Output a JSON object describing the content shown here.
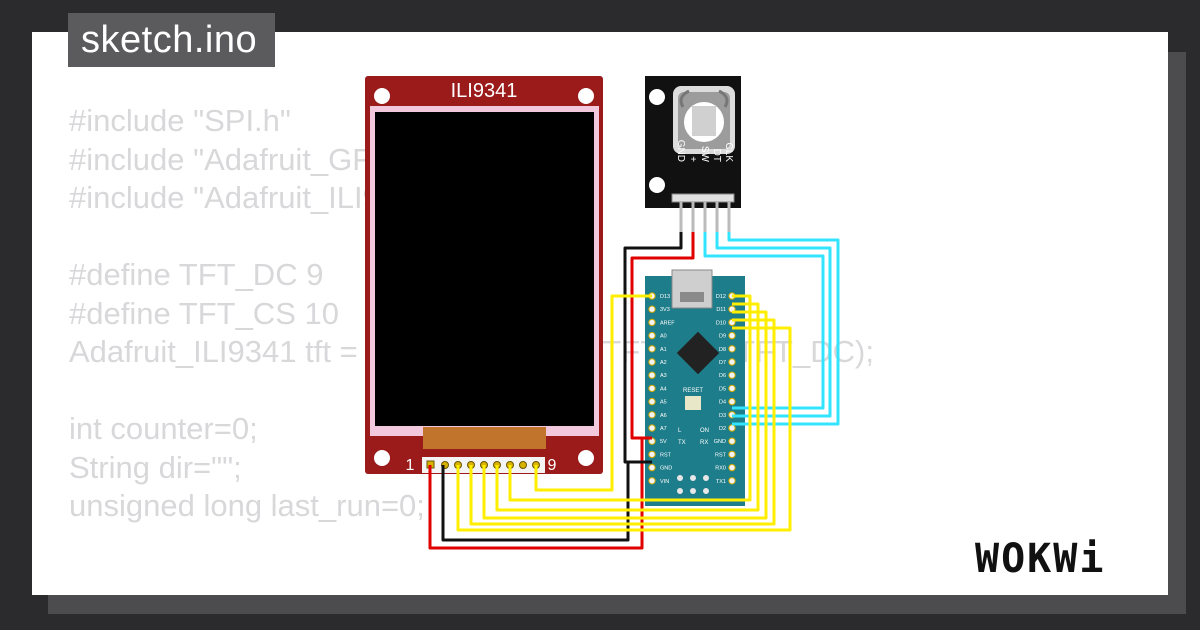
{
  "file_tab": {
    "label": "sketch.ino"
  },
  "code_lines": [
    "#include \"SPI.h\"",
    "#include \"Adafruit_GFX.h\"",
    "#include \"Adafruit_ILI9341.h\"",
    "",
    "#define TFT_DC 9",
    "#define TFT_CS 10",
    "Adafruit_ILI9341 tft = Adafruit_ILI9341(TFT_CS, TFT_DC);",
    "",
    "int counter=0;",
    "String dir=\"\";",
    "unsigned long last_run=0;"
  ],
  "display": {
    "label": "ILI9341",
    "pin_first": "1",
    "pin_last": "9"
  },
  "encoder": {
    "pins": [
      "CLK",
      "DT",
      "SW",
      "+",
      "GND"
    ]
  },
  "arduino": {
    "reset_label": "RESET",
    "left_pins": [
      "D13",
      "3V3",
      "AREF",
      "A0",
      "A1",
      "A2",
      "A3",
      "A4",
      "A5",
      "A6",
      "A7",
      "5V",
      "RST",
      "GND",
      "VIN"
    ],
    "right_pins": [
      "D12",
      "D11",
      "D10",
      "D9",
      "D8",
      "D7",
      "D6",
      "D5",
      "D4",
      "D3",
      "D2",
      "GND",
      "RST",
      "RX0",
      "TX1"
    ],
    "led_labels": [
      "TX",
      "RX",
      "L",
      "ON"
    ]
  },
  "brand": {
    "logo": "WOKWi"
  },
  "colors": {
    "background": "#2b2b2d",
    "card": "#ffffff",
    "code_text": "#d8d8da",
    "display_board": "#9b1a1a",
    "arduino_board": "#1e7d8a",
    "wire_yellow": "#ffee00",
    "wire_cyan": "#33e4ff",
    "wire_red": "#e00000",
    "wire_black": "#111111"
  }
}
